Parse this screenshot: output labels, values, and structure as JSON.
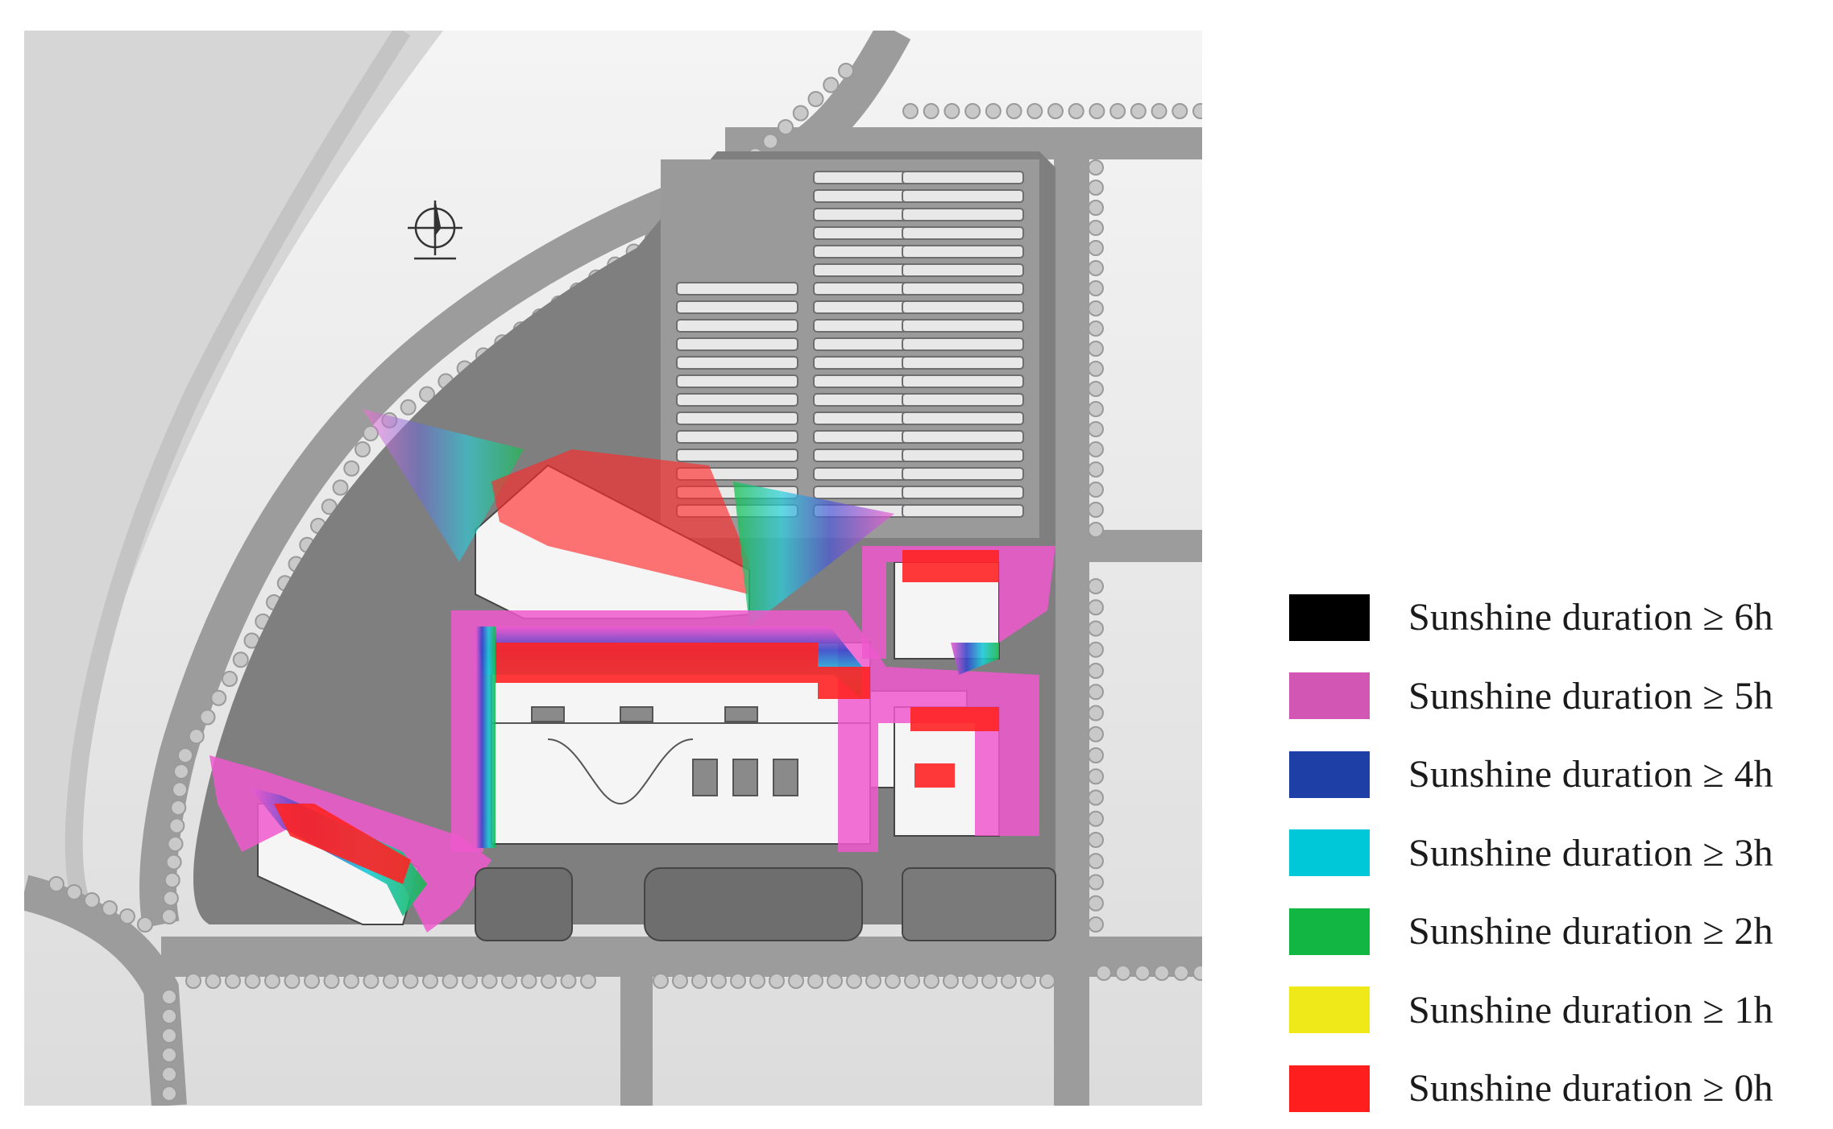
{
  "legend": {
    "items": [
      {
        "label": "Sunshine duration ≥ 6h",
        "color": "#000000"
      },
      {
        "label": "Sunshine duration ≥ 5h",
        "color": "#d257b5"
      },
      {
        "label": "Sunshine duration ≥ 4h",
        "color": "#1d3fa6"
      },
      {
        "label": "Sunshine duration ≥ 3h",
        "color": "#00c8d9"
      },
      {
        "label": "Sunshine duration ≥ 2h",
        "color": "#12b642"
      },
      {
        "label": "Sunshine duration ≥ 1h",
        "color": "#f0e91a"
      },
      {
        "label": "Sunshine duration ≥ 0h",
        "color": "#ff1e1e"
      }
    ]
  },
  "map": {
    "compass_icon": "north-arrow-icon",
    "colors": {
      "background": "#e9e9e9",
      "road": "#8f8f8f",
      "site": "#7a7a7a",
      "building": "#f4f4f4",
      "river": "#d3d3d3"
    }
  }
}
